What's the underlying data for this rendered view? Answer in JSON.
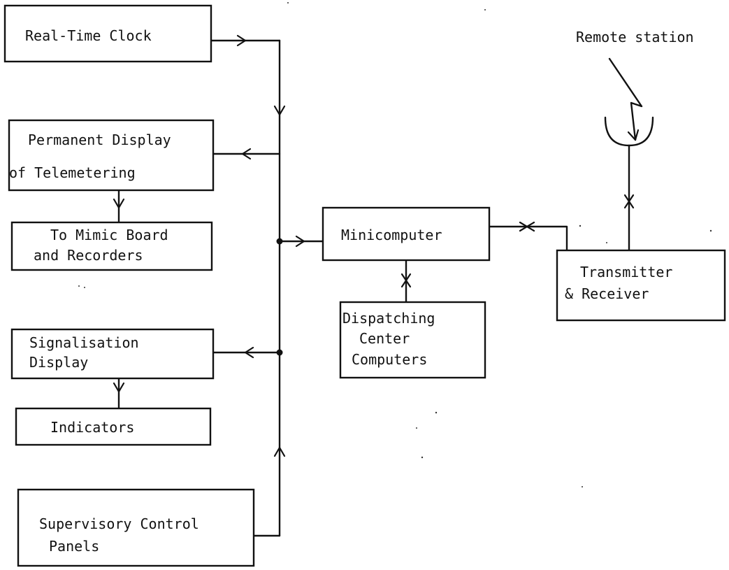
{
  "diagram": {
    "boxes": {
      "real_time_clock": {
        "line1": "Real-Time Clock"
      },
      "permanent_display": {
        "line1": "Permanent Display",
        "line2": "of Telemetering"
      },
      "mimic_board": {
        "line1": "To Mimic Board",
        "line2": "and Recorders"
      },
      "signalisation_display": {
        "line1": "Signalisation",
        "line2": "Display"
      },
      "indicators": {
        "line1": "Indicators"
      },
      "supervisory_control": {
        "line1": "Supervisory Control",
        "line2": "Panels"
      },
      "minicomputer": {
        "line1": "Minicomputer"
      },
      "dispatching_center": {
        "line1": "Dispatching",
        "line2": "Center",
        "line3": "Computers"
      },
      "transmitter_receiver": {
        "line1": "Transmitter",
        "line2": "& Receiver"
      }
    },
    "labels": {
      "remote_station": "Remote station"
    },
    "icons": {
      "antenna": "satellite-dish-icon",
      "signal": "lightning-signal-icon"
    }
  }
}
